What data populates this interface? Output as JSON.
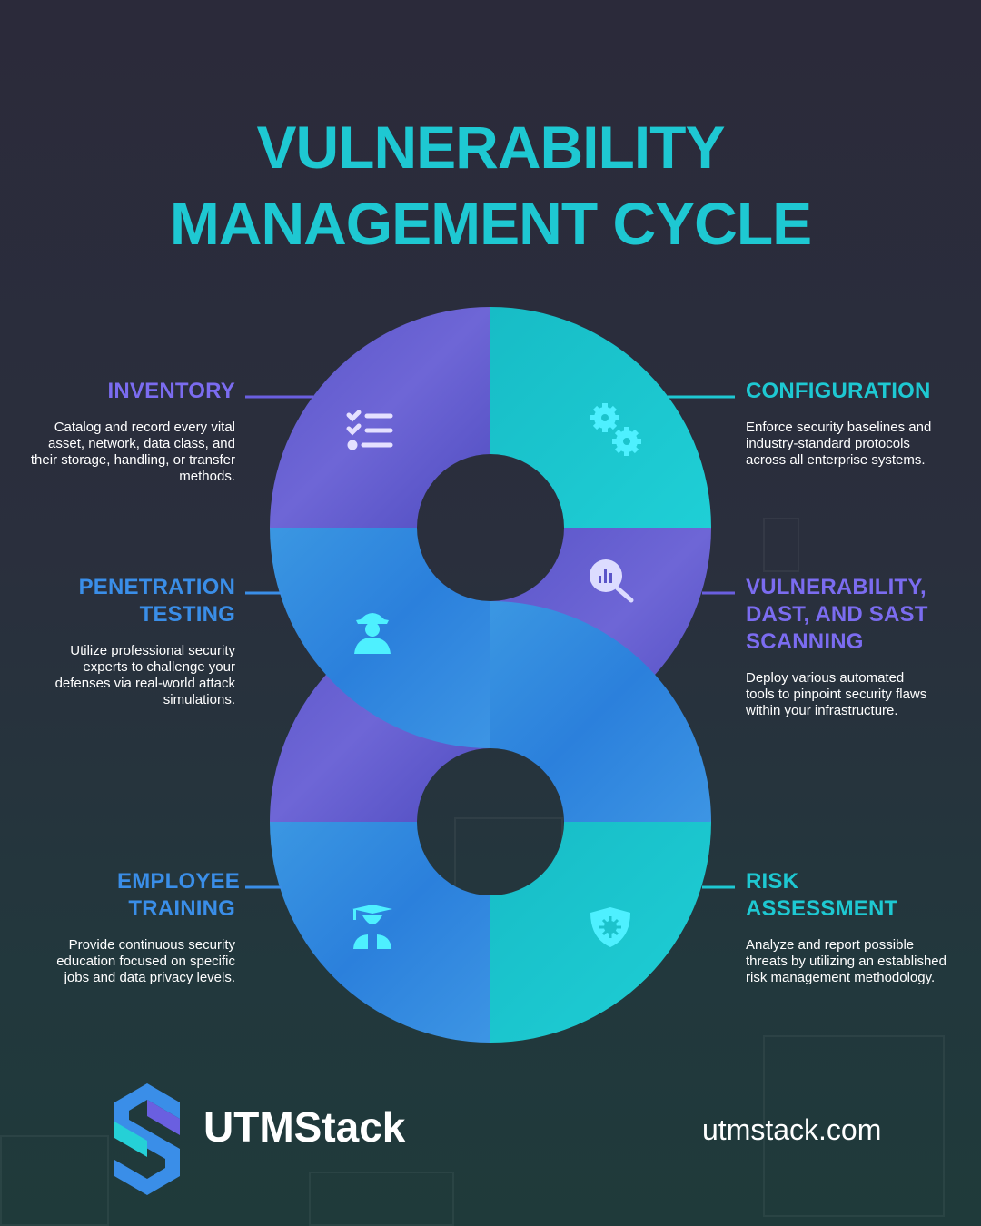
{
  "title": {
    "line1": "VULNERABILITY",
    "line2": "MANAGEMENT CYCLE"
  },
  "colors": {
    "teal": "#1ec8d2",
    "purple": "#5a55c8",
    "blue": "#2f86de",
    "heading_purple": "#7b6cf0",
    "heading_blue": "#3a8ee8"
  },
  "steps": [
    {
      "title": "INVENTORY",
      "icon": "checklist-icon",
      "desc": "Catalog and record every vital asset, network, data class, and their storage, handling, or transfer methods."
    },
    {
      "title": "CONFIGURATION",
      "icon": "gears-icon",
      "desc": "Enforce security baselines and industry-standard protocols across all enterprise systems."
    },
    {
      "title": "PENETRATION TESTING",
      "icon": "spy-icon",
      "desc": "Utilize professional security experts to challenge your defenses via real-world attack simulations."
    },
    {
      "title": "VULNERABILITY, DAST, AND SAST SCANNING",
      "icon": "search-chart-icon",
      "desc": "Deploy various automated tools to pinpoint security flaws within your infrastructure."
    },
    {
      "title": "EMPLOYEE TRAINING",
      "icon": "graduate-icon",
      "desc": "Provide continuous security education focused on specific jobs and data privacy levels."
    },
    {
      "title": "RISK ASSESSMENT",
      "icon": "shield-virus-icon",
      "desc": "Analyze and report possible threats by utilizing an established risk management methodology."
    }
  ],
  "footer": {
    "brand": "UTMStack",
    "url": "utmstack.com"
  }
}
